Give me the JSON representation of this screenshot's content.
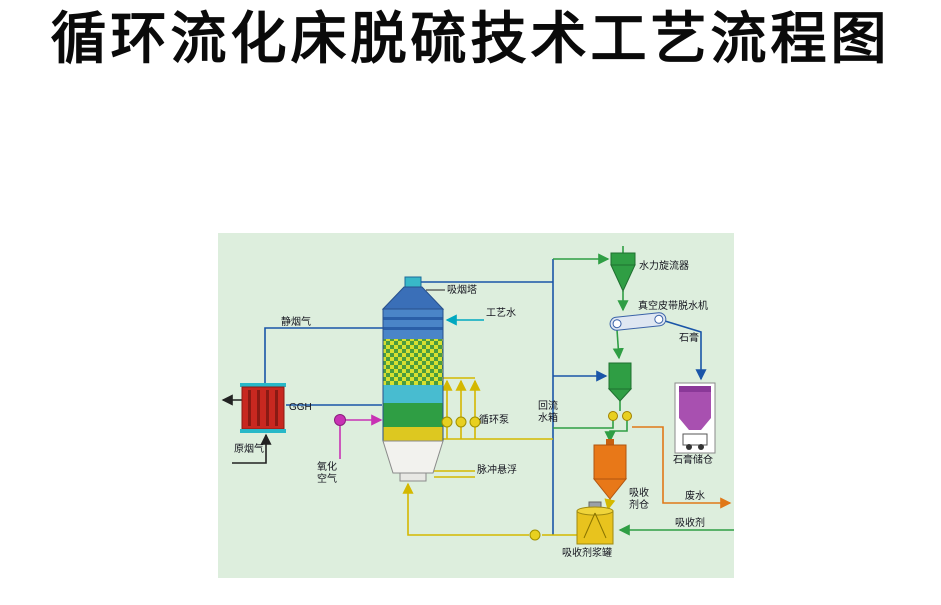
{
  "title": "循环流化床脱硫技术工艺流程图",
  "diagram": {
    "labels": {
      "tower": "吸烟塔",
      "process_water": "工艺水",
      "clean_flue_gas": "静烟气",
      "ggh": "GGH",
      "raw_flue_gas": "原烟气",
      "oxidation_air": "氧化空气",
      "circulation_pump": "循环泵",
      "pulse_suspension": "脉冲悬浮",
      "reflux_water_tank": "回流水箱",
      "hydrocyclone": "水力旋流器",
      "vacuum_belt_dewaterer": "真空皮带脱水机",
      "gypsum": "石膏",
      "gypsum_silo": "石膏储仓",
      "absorbent_silo": "吸收剂仓",
      "waste_water": "废水",
      "absorbent": "吸收剂",
      "absorbent_slurry_tank": "吸收剂浆罐"
    },
    "colors": {
      "background": "#ddeedd",
      "tower_dome_blue": "#3a6fb8",
      "tower_body_blue": "#4a85c8",
      "spray_yellow": "#d8e030",
      "spray_green": "#4a9c40",
      "band_cyan": "#48bcd0",
      "band_green": "#2f9e44",
      "band_yellow": "#ddc820",
      "ggh_red": "#c82820",
      "hydrocyclone_green": "#2f9e44",
      "gypsum_silo_purple": "#a850b0",
      "absorbent_silo_orange": "#e87818",
      "slurry_tank_yellow": "#e8c31e",
      "blower_magenta": "#c832b4",
      "pump_yellow": "#e8d020",
      "line_blue": "#1a55a8",
      "line_green": "#2f9e44",
      "line_yellow": "#d4b800",
      "line_orange": "#e07818",
      "line_cyan": "#00a8c0",
      "line_black": "#222222"
    }
  }
}
